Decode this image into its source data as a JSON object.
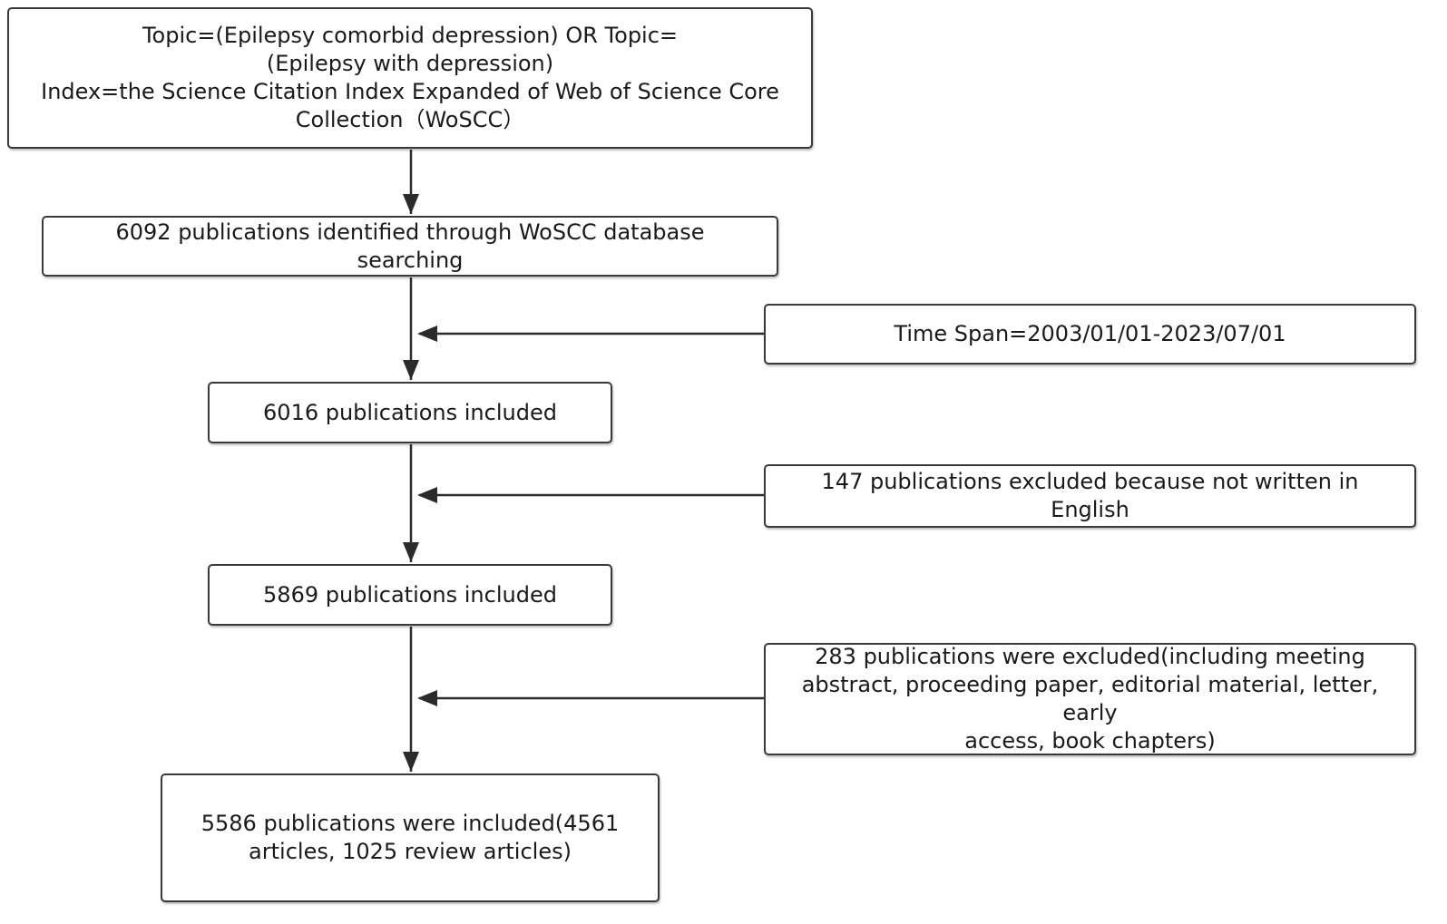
{
  "flowchart": {
    "query_box": {
      "lines": [
        "Topic=(Epilepsy comorbid depression) OR Topic=",
        "(Epilepsy with depression)",
        "Index=the Science Citation Index Expanded of Web of Science Core",
        "Collection（WoSCC）"
      ]
    },
    "identified_box": {
      "text": "6092 publications identified through WoSCC database searching"
    },
    "timespan_box": {
      "text": "Time Span=2003/01/01-2023/07/01"
    },
    "included_6016_box": {
      "text": "6016 publications included"
    },
    "language_exclusion_box": {
      "text": "147 publications excluded because not written in English"
    },
    "included_5869_box": {
      "text": "5869 publications included"
    },
    "type_exclusion_box": {
      "lines": [
        "283 publications were excluded(including meeting",
        "abstract, proceeding paper, editorial material, letter, early",
        "access, book chapters)"
      ]
    },
    "final_box": {
      "lines": [
        "5586 publications were included(4561",
        "articles, 1025 review articles)"
      ]
    }
  },
  "colors": {
    "line": "#2b2b2b",
    "border": "#3a3a3a",
    "text": "#1a1a1a",
    "background": "#ffffff"
  }
}
